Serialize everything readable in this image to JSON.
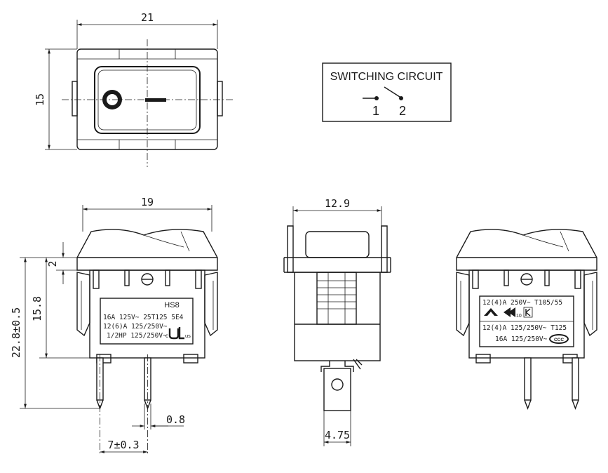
{
  "dimensions": {
    "top_width": "21",
    "top_height": "15",
    "front_width": "19",
    "front_step": "2",
    "front_height": "15.8",
    "total_height": "22.8±0.5",
    "side_width": "12.9",
    "pin_thickness": "0.8",
    "pin_pitch": "7±0.3",
    "tab_width": "4.75"
  },
  "circuit": {
    "title": "SWITCHING CIRCUIT",
    "pin1": "1",
    "pin2": "2"
  },
  "front_label": {
    "model": "HS8",
    "line1": "16A 125V~ 25T125 5E4",
    "line2": "12(6)A 125/250V~",
    "line3": "1/2HP 125/250V~",
    "cert_c": "c",
    "cert_us": "us"
  },
  "back_label": {
    "line1a": "12(4)A 250V~",
    "line1b": "T105/55",
    "line2": "12(4)A 125/250V~ T125",
    "line3": "16A 125/250V~",
    "cert_10": "10",
    "cert_ccc": "CCC"
  }
}
